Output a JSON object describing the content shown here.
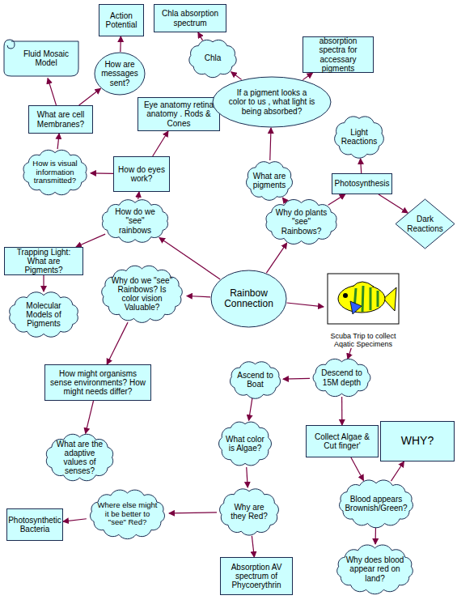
{
  "diagram": {
    "nodes": [
      {
        "text": [
          "Action Potential"
        ]
      },
      {
        "text": [
          "Chla absorption spectrum"
        ]
      },
      {
        "text": [
          "Fluid Mosaic Model"
        ]
      },
      {
        "text": [
          "How are messages sent?"
        ]
      },
      {
        "text": [
          "Chla"
        ]
      },
      {
        "text": [
          "absorption spectra for accessary pigments"
        ]
      },
      {
        "text": [
          "What are cell Membranes?"
        ]
      },
      {
        "text": [
          "Eye anatomy retina anatomy . Rods & Cones"
        ]
      },
      {
        "text": [
          "If a pigment looks a color to us , what light is being absorbed?"
        ]
      },
      {
        "text": [
          "Light Reactions"
        ]
      },
      {
        "text": [
          "How is visual information transmitted?"
        ]
      },
      {
        "text": [
          "How do eyes work?"
        ]
      },
      {
        "text": [
          "What are pigments"
        ]
      },
      {
        "text": [
          "Photosynthesis"
        ]
      },
      {
        "text": [
          "How do we \"see\" rainbows"
        ]
      },
      {
        "text": [
          "Why do plants \"see\" Rainbows?"
        ]
      },
      {
        "text": [
          "Dark Reactions"
        ]
      },
      {
        "text": [
          "Trapping Light: What are Pigments?"
        ]
      },
      {
        "text": [
          "Why do we \"see\" Rainbows? Is color vision Valuable?"
        ]
      },
      {
        "text": [
          "Rainbow Connection"
        ]
      },
      {
        "text": [
          "Scuba Trip to collect Aqatic Specimens"
        ]
      },
      {
        "text": [
          "Molecular Models of Pigments"
        ]
      },
      {
        "text": [
          "How might organisms sense environments? How might needs differ?"
        ]
      },
      {
        "text": [
          "Ascend to Boat"
        ]
      },
      {
        "text": [
          "Descend to 15M depth"
        ]
      },
      {
        "text": [
          "What are the adaptive values of senses?"
        ]
      },
      {
        "text": [
          "What color is Algae?"
        ]
      },
      {
        "text": [
          "Collect Algae & Cut finger'"
        ]
      },
      {
        "text": [
          "WHY?"
        ]
      },
      {
        "text": [
          "Why are they Red?"
        ]
      },
      {
        "text": [
          "Where else might it be better to \"see\" Red?"
        ]
      },
      {
        "text": [
          "Photosynthetic Bacteria"
        ]
      },
      {
        "text": [
          "Blood appears Brownish/Green?"
        ]
      },
      {
        "text": [
          "Absorption AV spectrum of Phycoerythrin"
        ]
      },
      {
        "text": [
          "Why does blood appear red on land?"
        ]
      }
    ],
    "edges": [
      {
        "from": 19,
        "to": 14,
        "arrow": "to"
      },
      {
        "from": 19,
        "to": 15,
        "arrow": "to"
      },
      {
        "from": 19,
        "to": 18,
        "arrow": "to"
      },
      {
        "from": 19,
        "to": 20,
        "arrow": "to"
      },
      {
        "from": 14,
        "to": 11,
        "arrow": "to"
      },
      {
        "from": 14,
        "to": 17,
        "arrow": "to"
      },
      {
        "from": 11,
        "to": 10,
        "arrow": "to"
      },
      {
        "from": 11,
        "to": 7,
        "arrow": "to"
      },
      {
        "from": 10,
        "to": 6,
        "arrow": "to"
      },
      {
        "from": 6,
        "to": 2,
        "arrow": "to"
      },
      {
        "from": 6,
        "to": 3,
        "arrow": "to"
      },
      {
        "from": 3,
        "to": 0,
        "arrow": "to"
      },
      {
        "from": 17,
        "to": 21,
        "arrow": "to"
      },
      {
        "from": 15,
        "to": 12,
        "arrow": "to"
      },
      {
        "from": 15,
        "to": 13,
        "arrow": "to"
      },
      {
        "from": 12,
        "to": 8,
        "arrow": "to"
      },
      {
        "from": 8,
        "to": 4,
        "arrow": "to"
      },
      {
        "from": 4,
        "to": 1,
        "arrow": "to"
      },
      {
        "from": 8,
        "to": 5,
        "arrow": "to"
      },
      {
        "from": 13,
        "to": 9,
        "arrow": "to"
      },
      {
        "from": 13,
        "to": 16,
        "arrow": "to"
      },
      {
        "from": 18,
        "to": 22,
        "arrow": "to"
      },
      {
        "from": 22,
        "to": 25,
        "arrow": "to"
      },
      {
        "from": 20,
        "to": 24,
        "arrow": "to"
      },
      {
        "from": 24,
        "to": 23,
        "arrow": "to"
      },
      {
        "from": 24,
        "to": 27,
        "arrow": "to"
      },
      {
        "from": 23,
        "to": 26,
        "arrow": "to"
      },
      {
        "from": 26,
        "to": 29,
        "arrow": "to"
      },
      {
        "from": 29,
        "to": 30,
        "arrow": "to"
      },
      {
        "from": 30,
        "to": 31,
        "arrow": "to"
      },
      {
        "from": 29,
        "to": 33,
        "arrow": "to"
      },
      {
        "from": 27,
        "to": 32,
        "arrow": "to"
      },
      {
        "from": 32,
        "to": 28,
        "arrow": "to"
      },
      {
        "from": 32,
        "to": 34,
        "arrow": "to"
      }
    ]
  }
}
